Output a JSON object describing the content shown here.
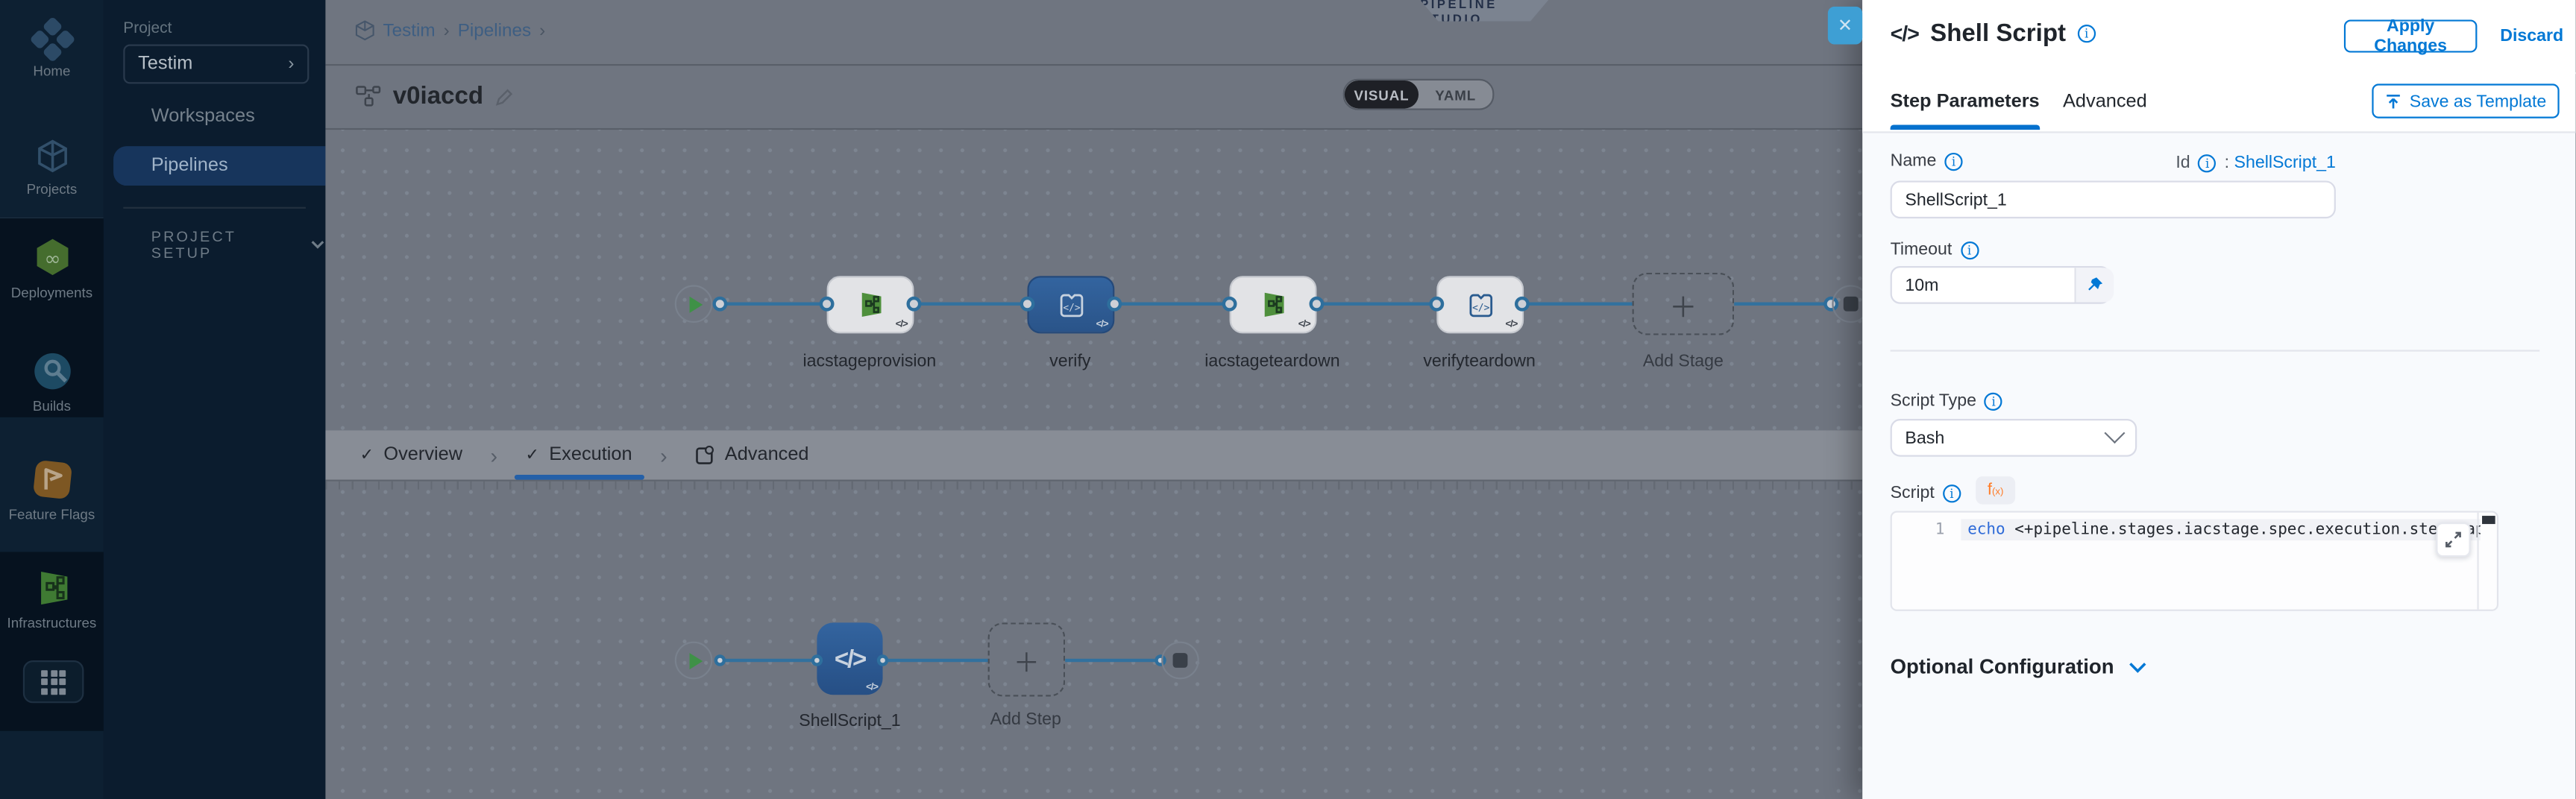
{
  "nav": {
    "items": [
      {
        "label": "Home"
      },
      {
        "label": "Projects"
      },
      {
        "label": "Deployments"
      },
      {
        "label": "Builds"
      },
      {
        "label": "Feature Flags"
      },
      {
        "label": "Infrastructures"
      }
    ]
  },
  "sidebar": {
    "project_label": "Project",
    "project_value": "Testim",
    "items": [
      {
        "label": "Workspaces"
      },
      {
        "label": "Pipelines"
      }
    ],
    "section_label": "PROJECT SETUP"
  },
  "canvas": {
    "breadcrumb": {
      "items": [
        "Testim",
        "Pipelines"
      ]
    },
    "studio_badge": "PIPELINE STUDIO",
    "pipeline_name": "v0iaccd",
    "toggle": {
      "visual": "VISUAL",
      "yaml": "YAML"
    },
    "stages": [
      {
        "label": "iacstageprovision",
        "type": "infrastructure"
      },
      {
        "label": "verify",
        "type": "custom",
        "selected": true
      },
      {
        "label": "iacstageteardown",
        "type": "infrastructure"
      },
      {
        "label": "verifyteardown",
        "type": "custom"
      }
    ],
    "add_stage_label": "Add Stage",
    "stage_card_badge": "</>",
    "tabs": [
      {
        "label": "Overview",
        "checked": true
      },
      {
        "label": "Execution",
        "checked": true,
        "active": true
      },
      {
        "label": "Advanced"
      }
    ],
    "step": {
      "label": "ShellScript_1",
      "glyph": "</>"
    },
    "add_step_label": "Add Step"
  },
  "panel": {
    "icon_glyph": "</>",
    "title": "Shell Script",
    "apply_label": "Apply Changes",
    "discard_label": "Discard",
    "tabs": [
      "Step Parameters",
      "Advanced"
    ],
    "save_template_label": "Save as Template",
    "fields": {
      "name_label": "Name",
      "name_value": "ShellScript_1",
      "id_label": "Id",
      "id_separator": ":",
      "id_value": "ShellScript_1",
      "timeout_label": "Timeout",
      "timeout_value": "10m",
      "script_type_label": "Script Type",
      "script_type_value": "Bash",
      "script_label": "Script",
      "fx_label": "f",
      "fx_sub": "(x)",
      "code_line_number": "1",
      "code_keyword": "echo",
      "code_text": " <+pipeline.stages.iacstage.spec.execution.steps.appl"
    },
    "optional_label": "Optional Configuration"
  },
  "colors": {
    "accent_blue": "#0278D5",
    "node_blue": "#2E5FA5",
    "deploy_green": "#5FB049",
    "flag_orange": "#B06A1E",
    "nav_bg": "#081828",
    "canvas_dim": "#6F7580"
  }
}
